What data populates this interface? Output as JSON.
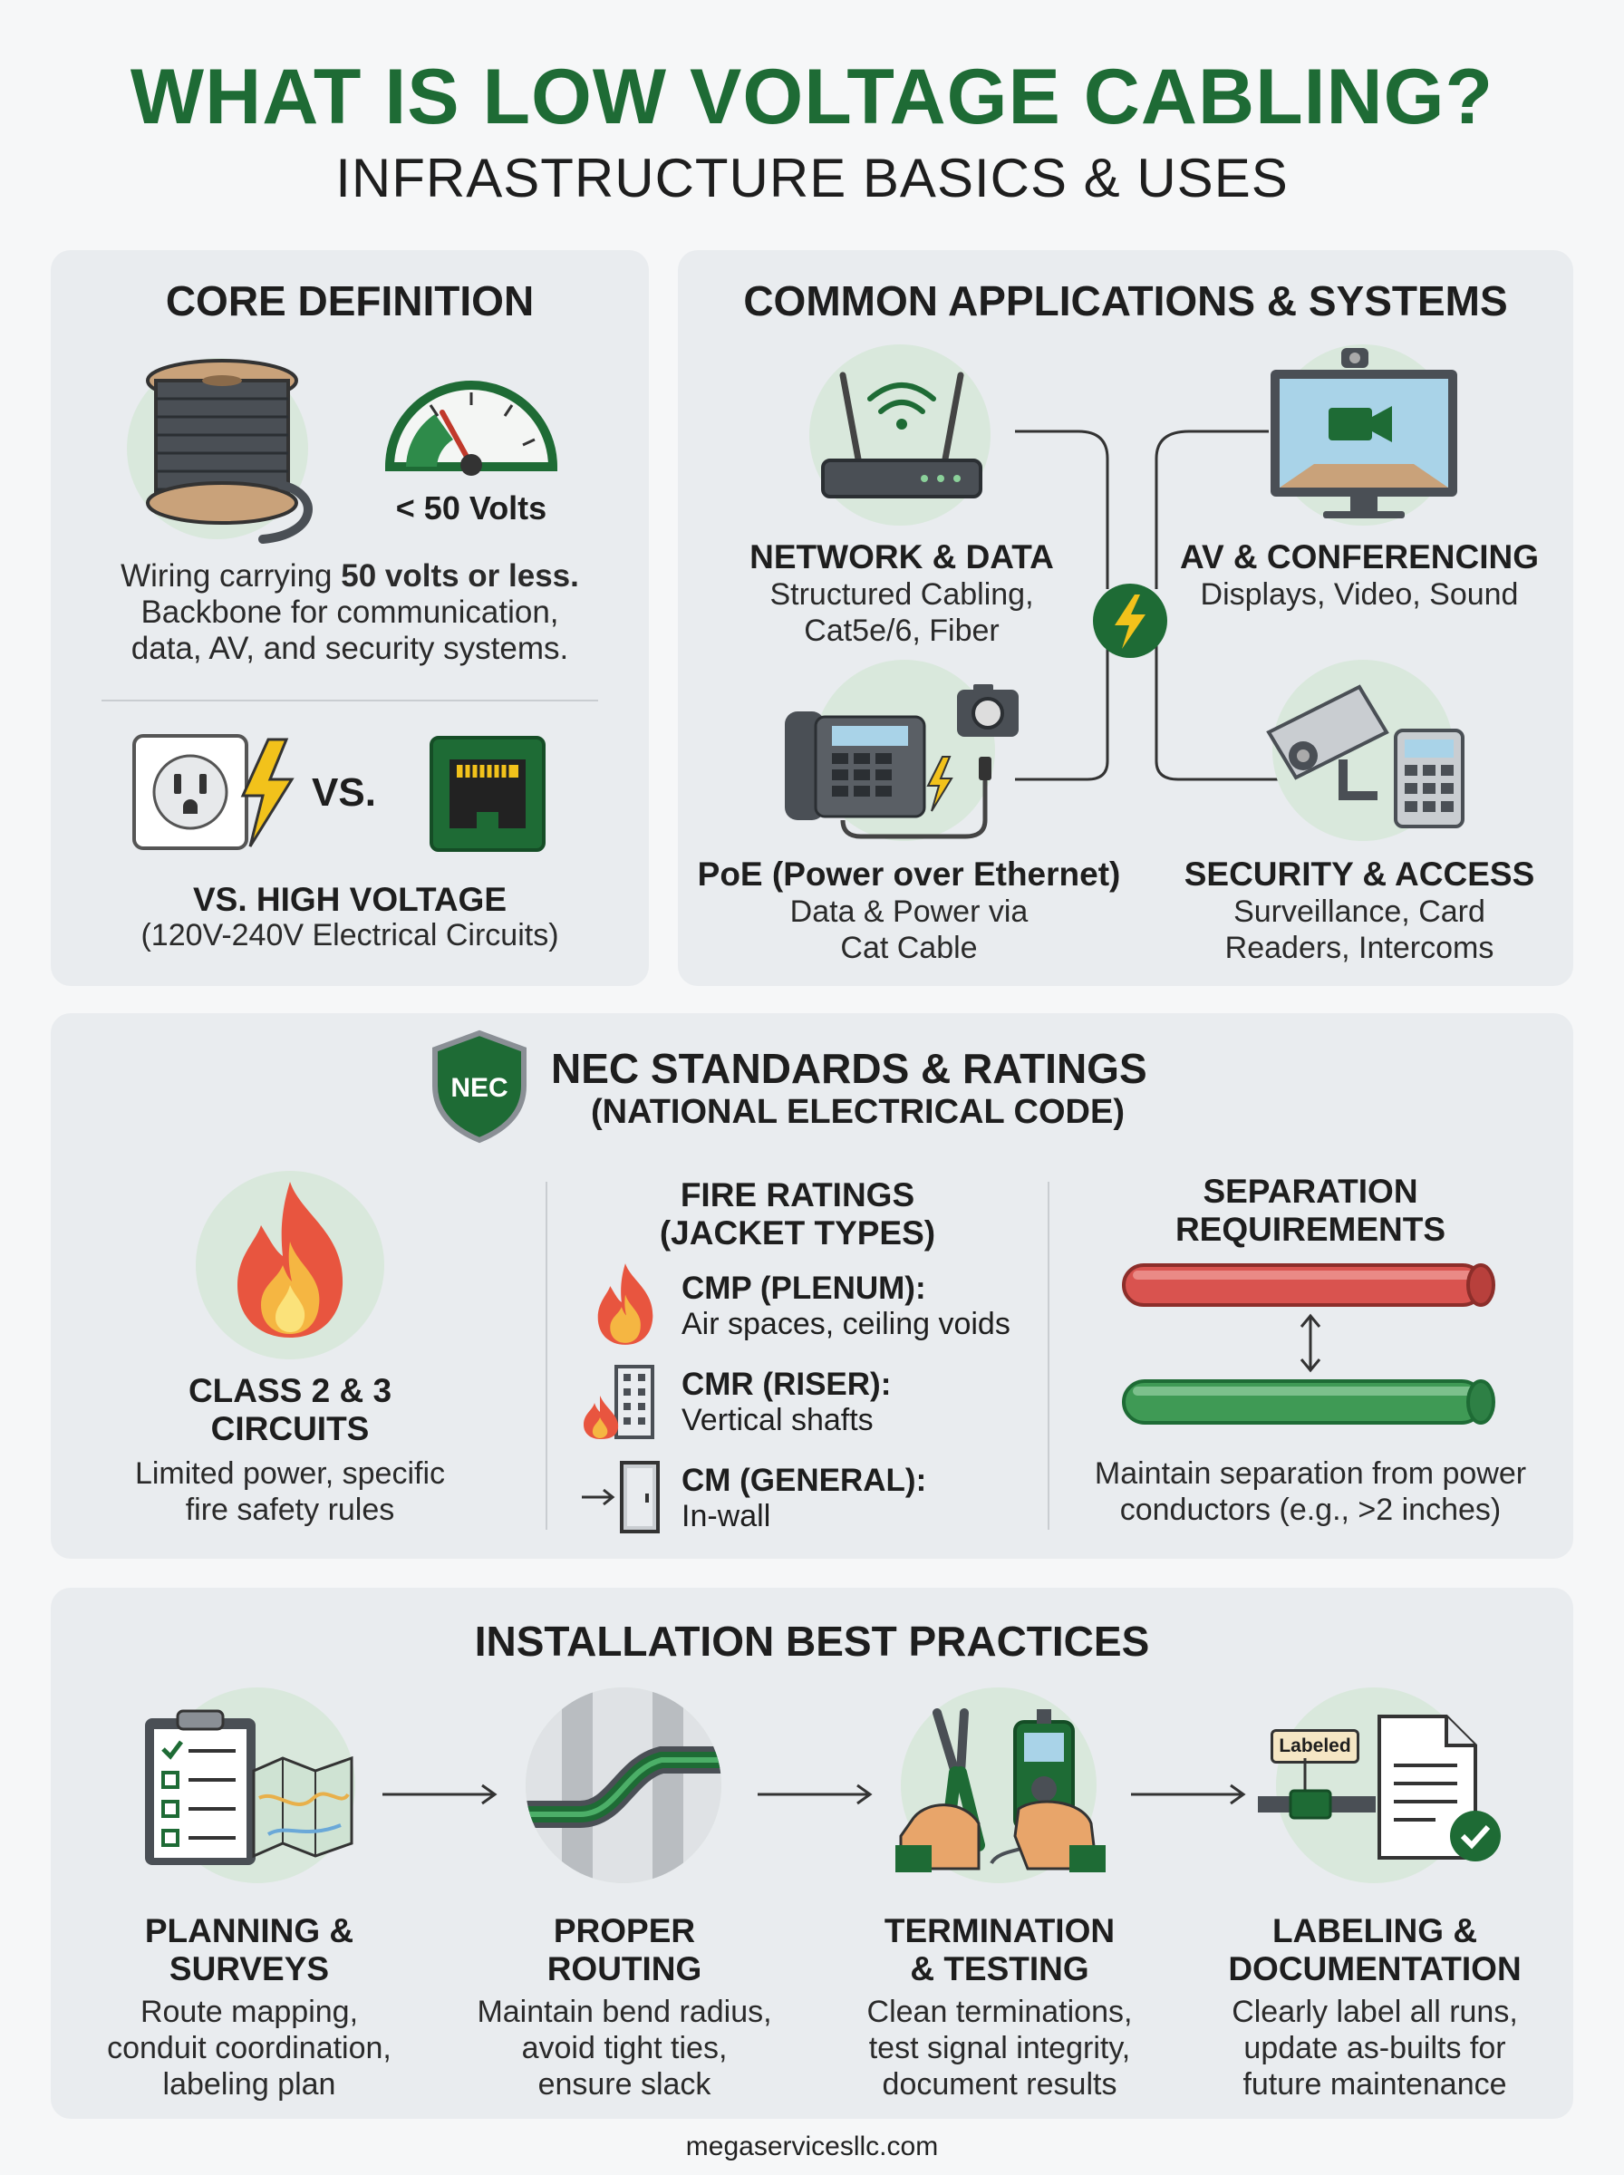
{
  "header": {
    "title": "WHAT IS LOW VOLTAGE CABLING?",
    "subtitle": "INFRASTRUCTURE BASICS & USES"
  },
  "core": {
    "heading": "CORE DEFINITION",
    "gauge_label": "< 50 Volts",
    "desc_before": "Wiring carrying ",
    "desc_bold": "50 volts or less.",
    "desc_line2": "Backbone for communication,",
    "desc_line3": "data, AV, and security systems.",
    "vs": "VS.",
    "hv_title": "VS. HIGH VOLTAGE",
    "hv_sub": "(120V-240V Electrical Circuits)"
  },
  "apps": {
    "heading": "COMMON APPLICATIONS & SYSTEMS",
    "network_title": "NETWORK & DATA",
    "network_l1": "Structured Cabling,",
    "network_l2": "Cat5e/6, Fiber",
    "av_title": "AV & CONFERENCING",
    "av_l1": "Displays, Video, Sound",
    "poe_title": "PoE (Power over Ethernet)",
    "poe_l1": "Data & Power via",
    "poe_l2": "Cat Cable",
    "sec_title": "SECURITY & ACCESS",
    "sec_l1": "Surveillance, Card",
    "sec_l2": "Readers, Intercoms"
  },
  "nec": {
    "badge": "NEC",
    "heading": "NEC STANDARDS & RATINGS",
    "subheading": "(NATIONAL ELECTRICAL CODE)",
    "class_t1": "CLASS 2 & 3",
    "class_t2": "CIRCUITS",
    "class_d1": "Limited power, specific",
    "class_d2": "fire safety rules",
    "fire_h1": "FIRE RATINGS",
    "fire_h2": "(JACKET TYPES)",
    "cmp_t": "CMP (PLENUM):",
    "cmp_d": "Air spaces, ceiling voids",
    "cmr_t": "CMR (RISER):",
    "cmr_d": "Vertical shafts",
    "cm_t": "CM (GENERAL):",
    "cm_d": "In-wall",
    "sep_h1": "SEPARATION",
    "sep_h2": "REQUIREMENTS",
    "sep_d1": "Maintain separation from power",
    "sep_d2": "conductors (e.g., >2 inches)"
  },
  "install": {
    "heading": "INSTALLATION BEST PRACTICES",
    "plan_t1": "PLANNING &",
    "plan_t2": "SURVEYS",
    "plan_d1": "Route mapping,",
    "plan_d2": "conduit coordination,",
    "plan_d3": "labeling plan",
    "route_t1": "PROPER",
    "route_t2": "ROUTING",
    "route_d1": "Maintain bend radius,",
    "route_d2": "avoid tight ties,",
    "route_d3": "ensure slack",
    "term_t1": "TERMINATION",
    "term_t2": "& TESTING",
    "term_d1": "Clean terminations,",
    "term_d2": "test signal integrity,",
    "term_d3": "document results",
    "lab_tag": "Labeled",
    "lab_t1": "LABELING &",
    "lab_t2": "DOCUMENTATION",
    "lab_d1": "Clearly label all runs,",
    "lab_d2": "update as-builts for",
    "lab_d3": "future maintenance"
  },
  "footer": {
    "site": "megaservicesllc.com"
  },
  "colors": {
    "green": "#1e6b35",
    "red": "#d9534f",
    "panel": "#e9ecef"
  }
}
